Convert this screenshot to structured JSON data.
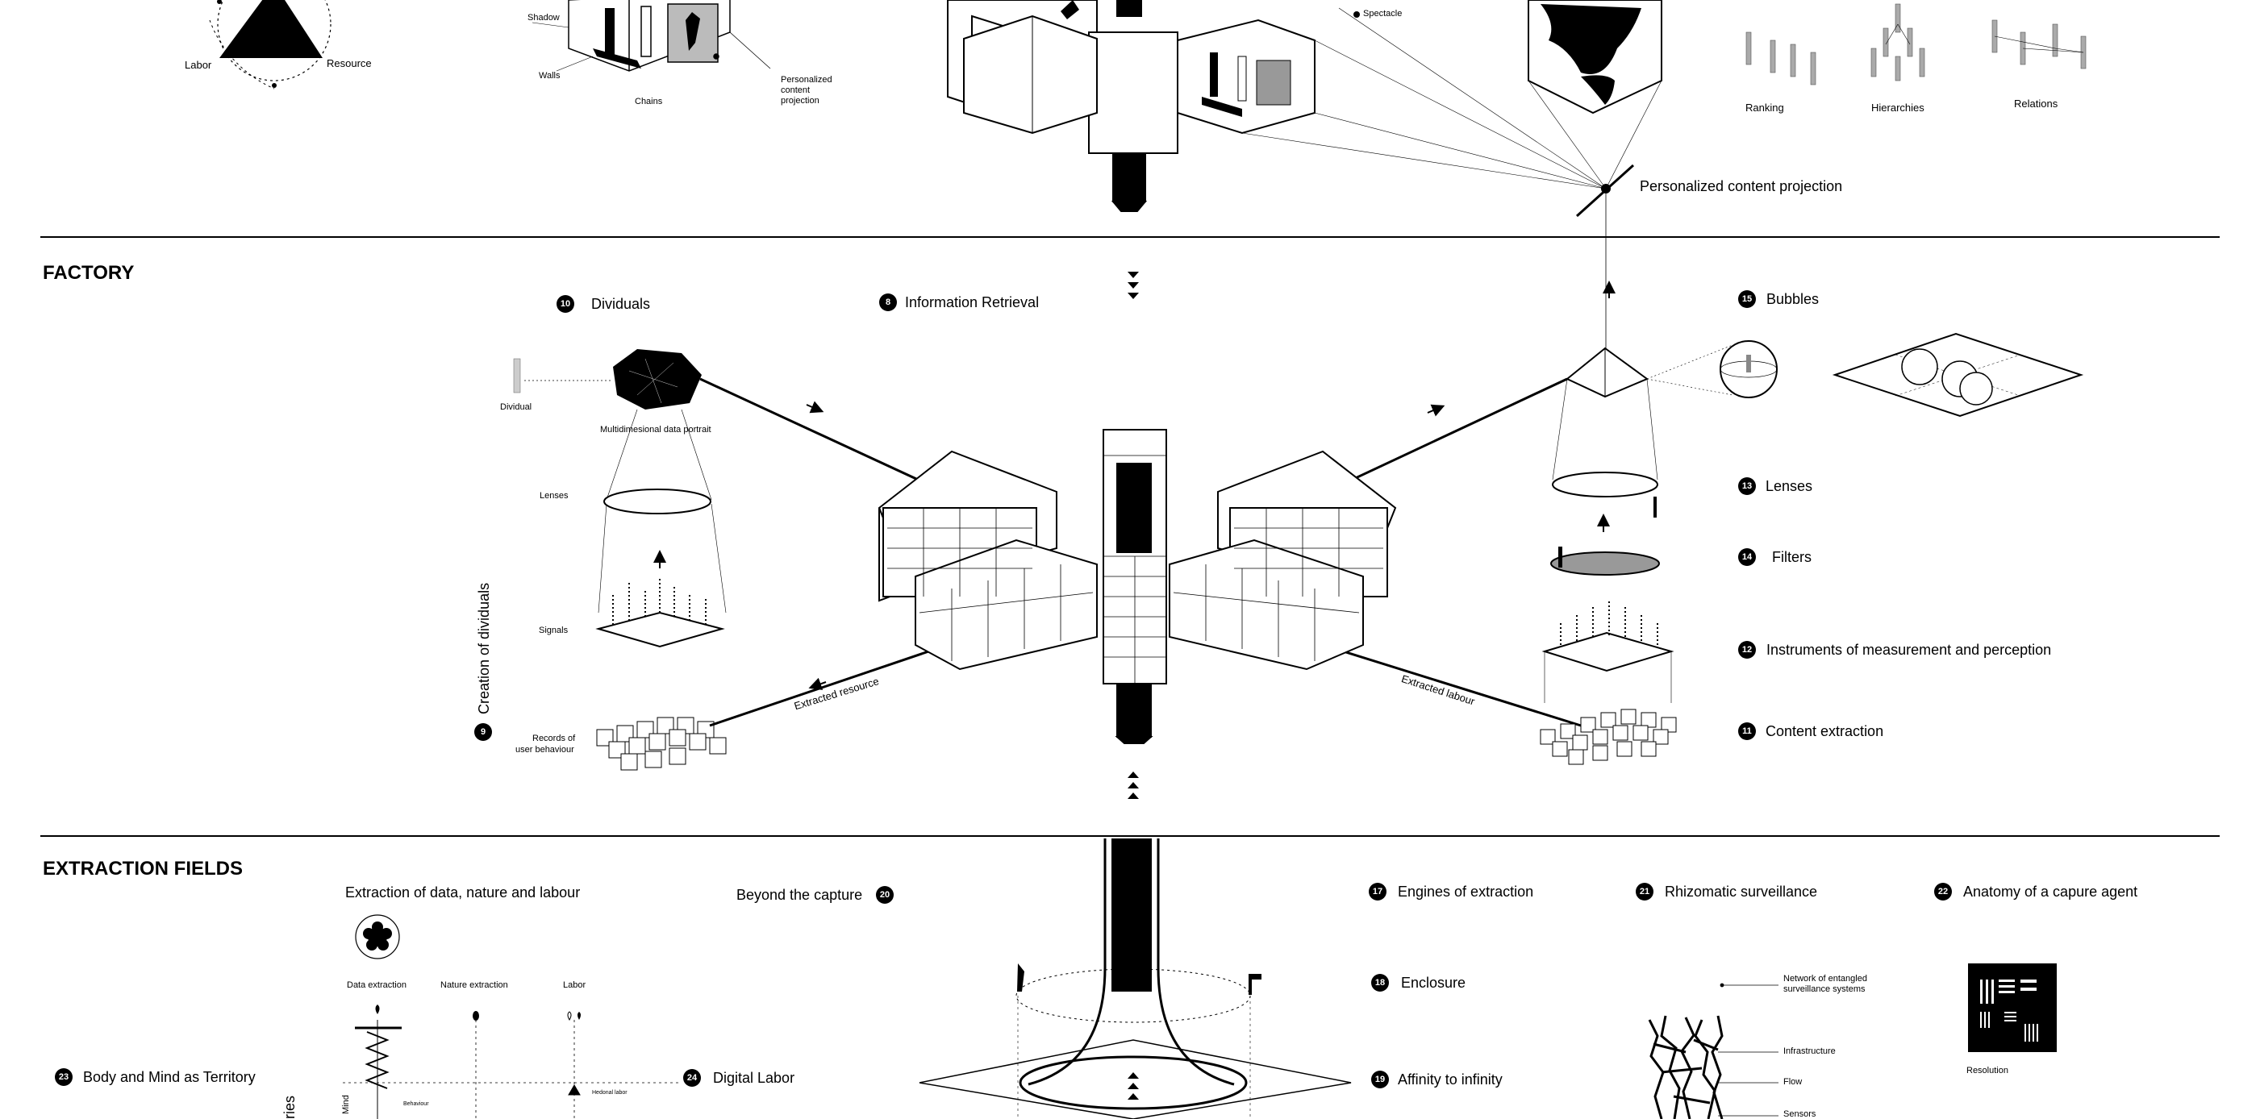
{
  "sections": {
    "factory": "FACTORY",
    "extraction": "EXTRACTION FIELDS"
  },
  "top": {
    "triangle": {
      "labor": "Labor",
      "resource": "Resource"
    },
    "cave": {
      "shadow": "Shadow",
      "walls": "Walls",
      "chains": "Chains",
      "projection": [
        "Personalized",
        "content",
        "projection"
      ]
    },
    "spectacle": "Spectacle",
    "ranking": "Ranking",
    "hierarchies": "Hierarchies",
    "relations": "Relations",
    "pcp": "Personalized content projection"
  },
  "factory": {
    "n10": "10",
    "dividuals": "Dividuals",
    "n8": "8",
    "info_retrieval": "Information Retrieval",
    "n15": "15",
    "bubbles": "Bubbles",
    "dividual": "Dividual",
    "portrait": "Multidimesional data portrait",
    "lenses_small": "Lenses",
    "signals": "Signals",
    "records": [
      "Records of",
      "user behaviour"
    ],
    "creation": "Creation of dividuals",
    "n9": "9",
    "extracted_resource": "Extracted resource",
    "extracted_labour": "Extracted labour",
    "n13": "13",
    "lenses": "Lenses",
    "n14": "14",
    "filters": "Filters",
    "n12": "12",
    "instruments": "Instruments of measurement and perception",
    "n11": "11",
    "content_extraction": "Content extraction"
  },
  "fields": {
    "extraction_of": "Extraction of data, nature and labour",
    "data_extraction": "Data extraction",
    "nature_extraction": "Nature extraction",
    "labor": "Labor",
    "hedonal": "Hedonal labor",
    "behaviour": "Behaviour",
    "mind": "Mind",
    "ries": "ries",
    "n23": "23",
    "body_mind": "Body and Mind as Territory",
    "beyond": "Beyond the capture",
    "n20": "20",
    "n24": "24",
    "digital_labor": "Digital Labor",
    "n17": "17",
    "engines": "Engines of extraction",
    "n18": "18",
    "enclosure": "Enclosure",
    "n19": "19",
    "affinity": "Affinity to infinity",
    "n21": "21",
    "rhizomatic": "Rhizomatic surveillance",
    "network": [
      "Network of entangled",
      "surveillance systems"
    ],
    "infrastructure": "Infrastructure",
    "flow": "Flow",
    "sensors": "Sensors",
    "n22": "22",
    "anatomy": "Anatomy of a capure agent",
    "resolution": "Resolution"
  }
}
